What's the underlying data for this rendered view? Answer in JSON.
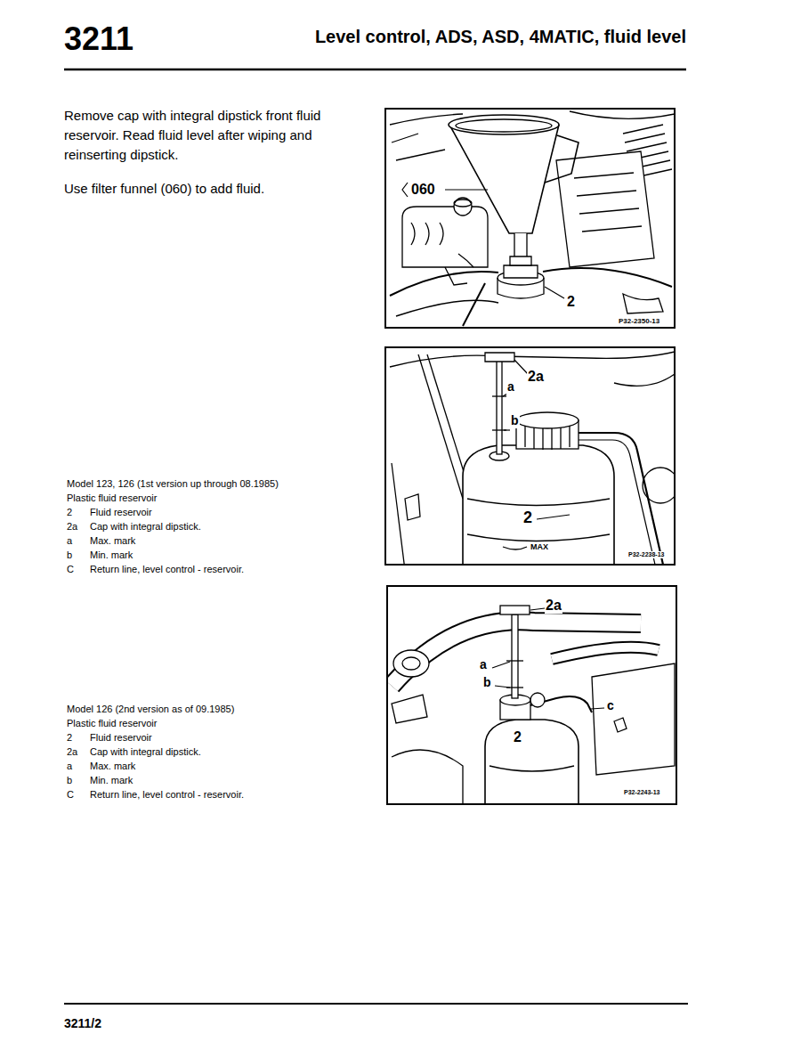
{
  "diagram": {
    "title": "Level control, ADS, ASD, 4MATIC, fluid level",
    "labels": [
      "3211",
      "Remove cap with integral dipstick front fluid reservoir. Read fluid level after wiping and reinserting dipstick.",
      "Use filter funnel (060) to add fluid.",
      "060",
      "2",
      "P32-2350-13",
      "2a",
      "a",
      "b",
      "2",
      "MAX",
      "P32-2238-13",
      "Model 123, 126 (1st version up through 08.1985)",
      "Plastic fluid reservoir",
      "2",
      "Fluid reservoir",
      "2a",
      "Cap with integral dipstick.",
      "a",
      "Max. mark",
      "b",
      "Min. mark",
      "C",
      "Return line, level control - reservoir.",
      "2a",
      "a",
      "b",
      "c",
      "2",
      "P32-2243-13",
      "Model 126 (2nd version as of 09.1985)",
      "Plastic fluid reservoir",
      "2",
      "Fluid reservoir",
      "2a",
      "Cap with integral dipstick.",
      "a",
      "Max. mark",
      "b",
      "Min. mark",
      "C",
      "Return line, level control - reservoir.",
      "3211/2"
    ]
  }
}
